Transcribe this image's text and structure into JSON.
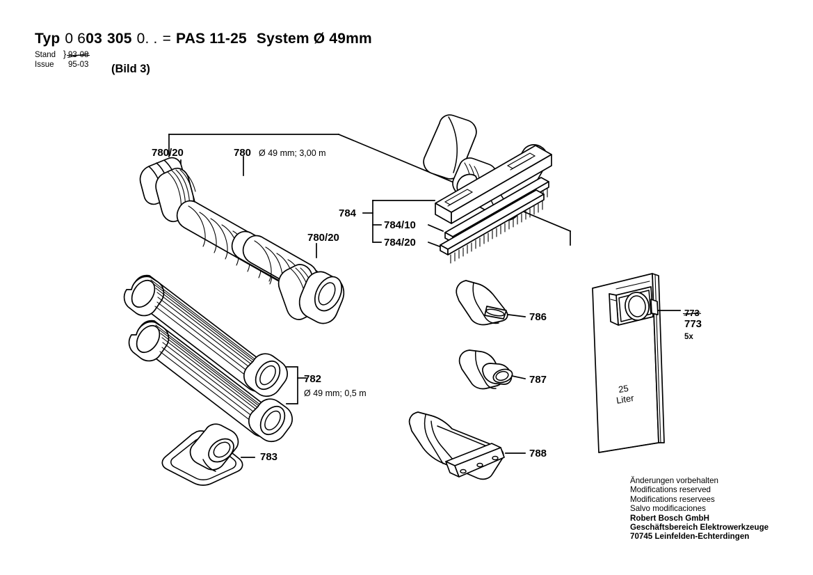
{
  "header": {
    "typ_prefix": "Typ",
    "typ_num_a": "0 6",
    "typ_num_b": "03",
    "typ_num_c": "305",
    "typ_num_d": "0. .",
    "equals": "=",
    "model": "PAS 11-25",
    "system": "System Ø 49mm",
    "stand_label": "Stand",
    "issue_label": "Issue",
    "stand_value": "93-08",
    "issue_value": "95-03",
    "figure_label": "(Bild 3)"
  },
  "parts": {
    "hose_end_top": "780/20",
    "hose_main": "780",
    "hose_spec": "Ø 49 mm; 3,00 m",
    "hose_end_bottom": "780/20",
    "tube": "782",
    "tube_spec": "Ø 49 mm; 0,5 m",
    "triangle_nozzle": "783",
    "floor_nozzle": "784",
    "brush_strip_10": "784/10",
    "brush_strip_20": "784/20",
    "crevice_nozzle": "786",
    "adapter": "787",
    "upholstery_nozzle": "788",
    "dust_bag_old": "773",
    "dust_bag": "773",
    "dust_bag_qty": "5x",
    "bag_volume_num": "25",
    "bag_volume_unit": "Liter"
  },
  "footer": {
    "line1": "Änderungen vorbehalten",
    "line2": "Modifications reserved",
    "line3": "Modifications reservees",
    "line4": "Salvo modificaciones",
    "line5": "Robert Bosch GmbH",
    "line6": "Geschäftsbereich Elektrowerkzeuge",
    "line7": "70745 Leinfelden-Echterdingen"
  },
  "colors": {
    "ink": "#000000",
    "paper": "#ffffff"
  }
}
